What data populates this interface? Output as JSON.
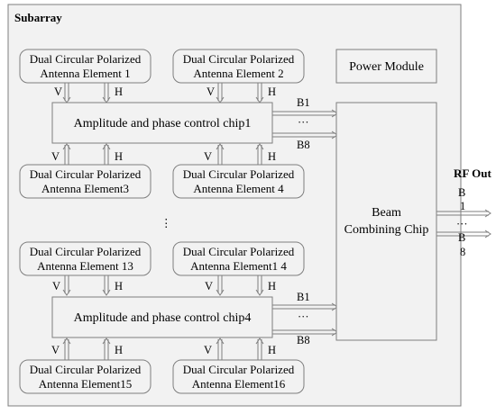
{
  "subarray": {
    "title": "Subarray"
  },
  "antennas": [
    {
      "line1": "Dual Circular Polarized",
      "line2": "Antenna Element 1"
    },
    {
      "line1": "Dual Circular Polarized",
      "line2": "Antenna Element 2"
    },
    {
      "line1": "Dual Circular Polarized",
      "line2": "Antenna Element3"
    },
    {
      "line1": "Dual Circular Polarized",
      "line2": "Antenna Element 4"
    },
    {
      "line1": "Dual Circular Polarized",
      "line2": "Antenna Element 13"
    },
    {
      "line1": "Dual Circular Polarized",
      "line2": "Antenna Element1 4"
    },
    {
      "line1": "Dual Circular Polarized",
      "line2": "Antenna Element15"
    },
    {
      "line1": "Dual Circular Polarized",
      "line2": "Antenna Element16"
    }
  ],
  "chips": {
    "chip1": "Amplitude and phase control chip1",
    "chip4": "Amplitude and phase control chip4"
  },
  "power_module": "Power Module",
  "beam_chip": {
    "line1": "Beam",
    "line2": "Combining Chip"
  },
  "signals": {
    "v": "V",
    "h": "H",
    "b1": "B1",
    "b8": "B8",
    "dots": "···"
  },
  "vertical_ellipsis": "⋮",
  "rf_out": {
    "title": "RF Out",
    "b1_a": "B",
    "b1_b": "1",
    "dots": "···",
    "b8_a": "B",
    "b8_b": "8"
  }
}
